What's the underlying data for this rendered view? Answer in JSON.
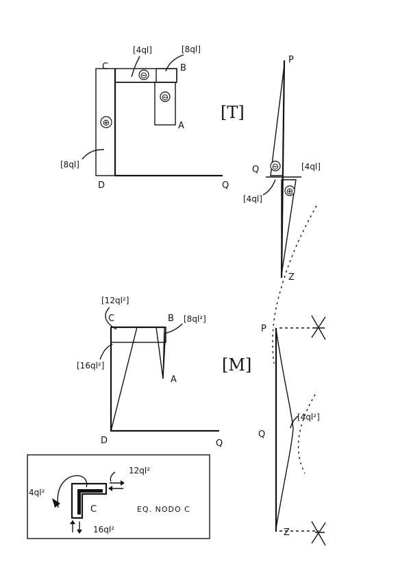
{
  "shear_diagram": {
    "title": "[T]",
    "nodes": {
      "A": "A",
      "B": "B",
      "C": "C",
      "D": "D",
      "Q": "Q"
    },
    "signs": [
      "⊖",
      "⊖",
      "⊕"
    ],
    "annotations": {
      "cb": "[4ql]",
      "ba": "[8ql]",
      "cd": "[8ql]"
    }
  },
  "shear_column": {
    "nodes": {
      "P": "P",
      "Q": "Q",
      "Z": "Z"
    },
    "signs": {
      "upper": "⊖",
      "lower": "⊕"
    },
    "annotations": {
      "left": "[4ql]",
      "right": "[4ql]"
    }
  },
  "moment_diagram": {
    "title": "[M]",
    "nodes": {
      "A": "A",
      "B": "B",
      "C": "C",
      "D": "D",
      "Q": "Q"
    },
    "annotations": {
      "c": "[12ql²]",
      "b": "[8ql²]",
      "d": "[16ql²]"
    }
  },
  "moment_column": {
    "nodes": {
      "P": "P",
      "Q": "Q",
      "Z": "Z"
    },
    "annotation": "[4ql²]"
  },
  "node_equilibrium": {
    "left_moment": "4ql²",
    "top_moment": "12ql²",
    "bottom_moment": "16ql²",
    "node": "C",
    "label": "EQ. NODO C"
  }
}
